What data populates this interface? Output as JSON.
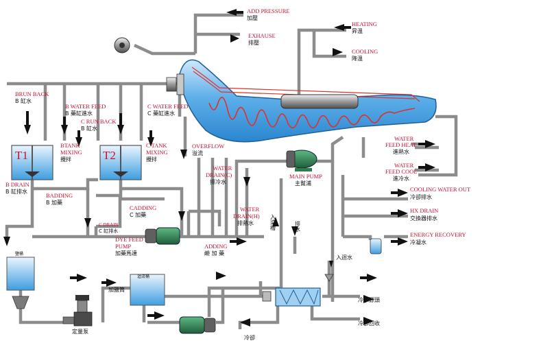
{
  "colors": {
    "accent_text": "#c8102e",
    "pipe": "#8c8c8c",
    "vessel_blue": "#4da6e6",
    "pump_green": "#2e7d4f",
    "heating_coil": "#e0302a"
  },
  "labels": {
    "add_pressure": {
      "en": "ADD PRESSURE",
      "cn": "加壓"
    },
    "exhaust": {
      "en": "EXHAUSE",
      "cn": "排壓"
    },
    "heating": {
      "en": "HEATING",
      "cn": "昇溫"
    },
    "cooling": {
      "en": "COOLING",
      "cn": "降溫"
    },
    "b_run_back": {
      "en": "BRUN BACK",
      "cn": "B 缸水"
    },
    "b_water_feed": {
      "en": "B WATER FEED",
      "cn": "B 藥缸進水"
    },
    "c_run_back": {
      "en": "C RUN BACK",
      "cn": "B 缸水"
    },
    "c_water_feed": {
      "en": "C WATER FEED",
      "cn": "C 藥缸進水"
    },
    "b_tank_mixing": {
      "en1": "BTANK",
      "en2": "MIXING",
      "cn": "攪拌"
    },
    "c_tank_mixing": {
      "en1": "C TANK",
      "en2": "MIXING",
      "cn": "攪拌"
    },
    "overflow": {
      "en": "OVERFLOW",
      "cn": "溢流"
    },
    "water_drain_c": {
      "en1": "WATER",
      "en2": "DRAIN(C)",
      "cn": "排冷水"
    },
    "water_drain_h": {
      "en1": "WATER",
      "en2": "DRAIN(H)",
      "cn": "排熱水"
    },
    "main_pump": {
      "en": "MAIN PUMP",
      "cn": "主幫浦"
    },
    "water_feed_heat": {
      "en1": "WATER",
      "en2": "FEED HEAT",
      "cn": "進熱水"
    },
    "water_feed_cool": {
      "en1": "WATER",
      "en2": "FEED COOL",
      "cn": "進冷水"
    },
    "cooling_water_out": {
      "en": "COOLING WATER OUT",
      "cn": "冷卻排水"
    },
    "hx_drain": {
      "en": "HX DRAIN",
      "cn": "交換器排水"
    },
    "energy_recovery": {
      "en": "ENERGY RECOVERY",
      "cn": "冷凝水"
    },
    "b_drain": {
      "en": "B DRAIN",
      "cn": "B 缸排水"
    },
    "badding": {
      "en": "BADDING",
      "cn": "B 加藥"
    },
    "cadding": {
      "en": "CADDING",
      "cn": "C 加藥"
    },
    "c_drain": {
      "en": "C DRAIN",
      "cn": "C 缸排水"
    },
    "dye_feed_pump": {
      "en1": "DYE FEED",
      "en2": "PUMP",
      "cn": "加藥馬達"
    },
    "adding": {
      "en": "ADDING",
      "cn": "鹼 加 藥"
    },
    "inlet_water": {
      "cn": "入染槽"
    },
    "outlet_water": {
      "cn": "排水"
    },
    "return_water": {
      "cn": "入迴水"
    },
    "salt_tank": {
      "cn": "鹽桶"
    },
    "circulation_tank": {
      "cn": "迴流桶"
    },
    "add_salt": {
      "cn": "加鹽筒"
    },
    "dosing_pump": {
      "cn": "定量泵"
    },
    "cooling_water_source": {
      "cn": "冷水源頭"
    },
    "cooling_recovery": {
      "cn": "冷卻回收"
    },
    "cooling_bottom": {
      "cn": "冷卻"
    },
    "t1": "T1",
    "t2": "T2"
  }
}
